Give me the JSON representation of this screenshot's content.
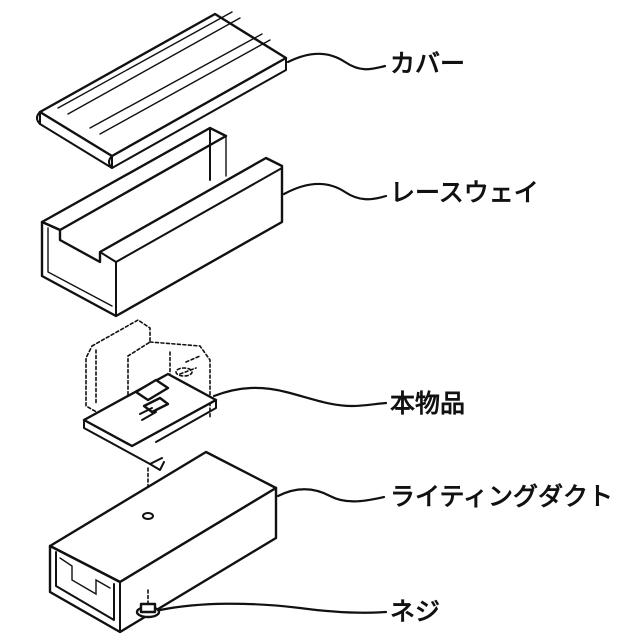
{
  "labels": {
    "cover": "カバー",
    "raceway": "レースウェイ",
    "product": "本物品",
    "lighting_duct": "ライティングダクト",
    "screw": "ネジ"
  }
}
